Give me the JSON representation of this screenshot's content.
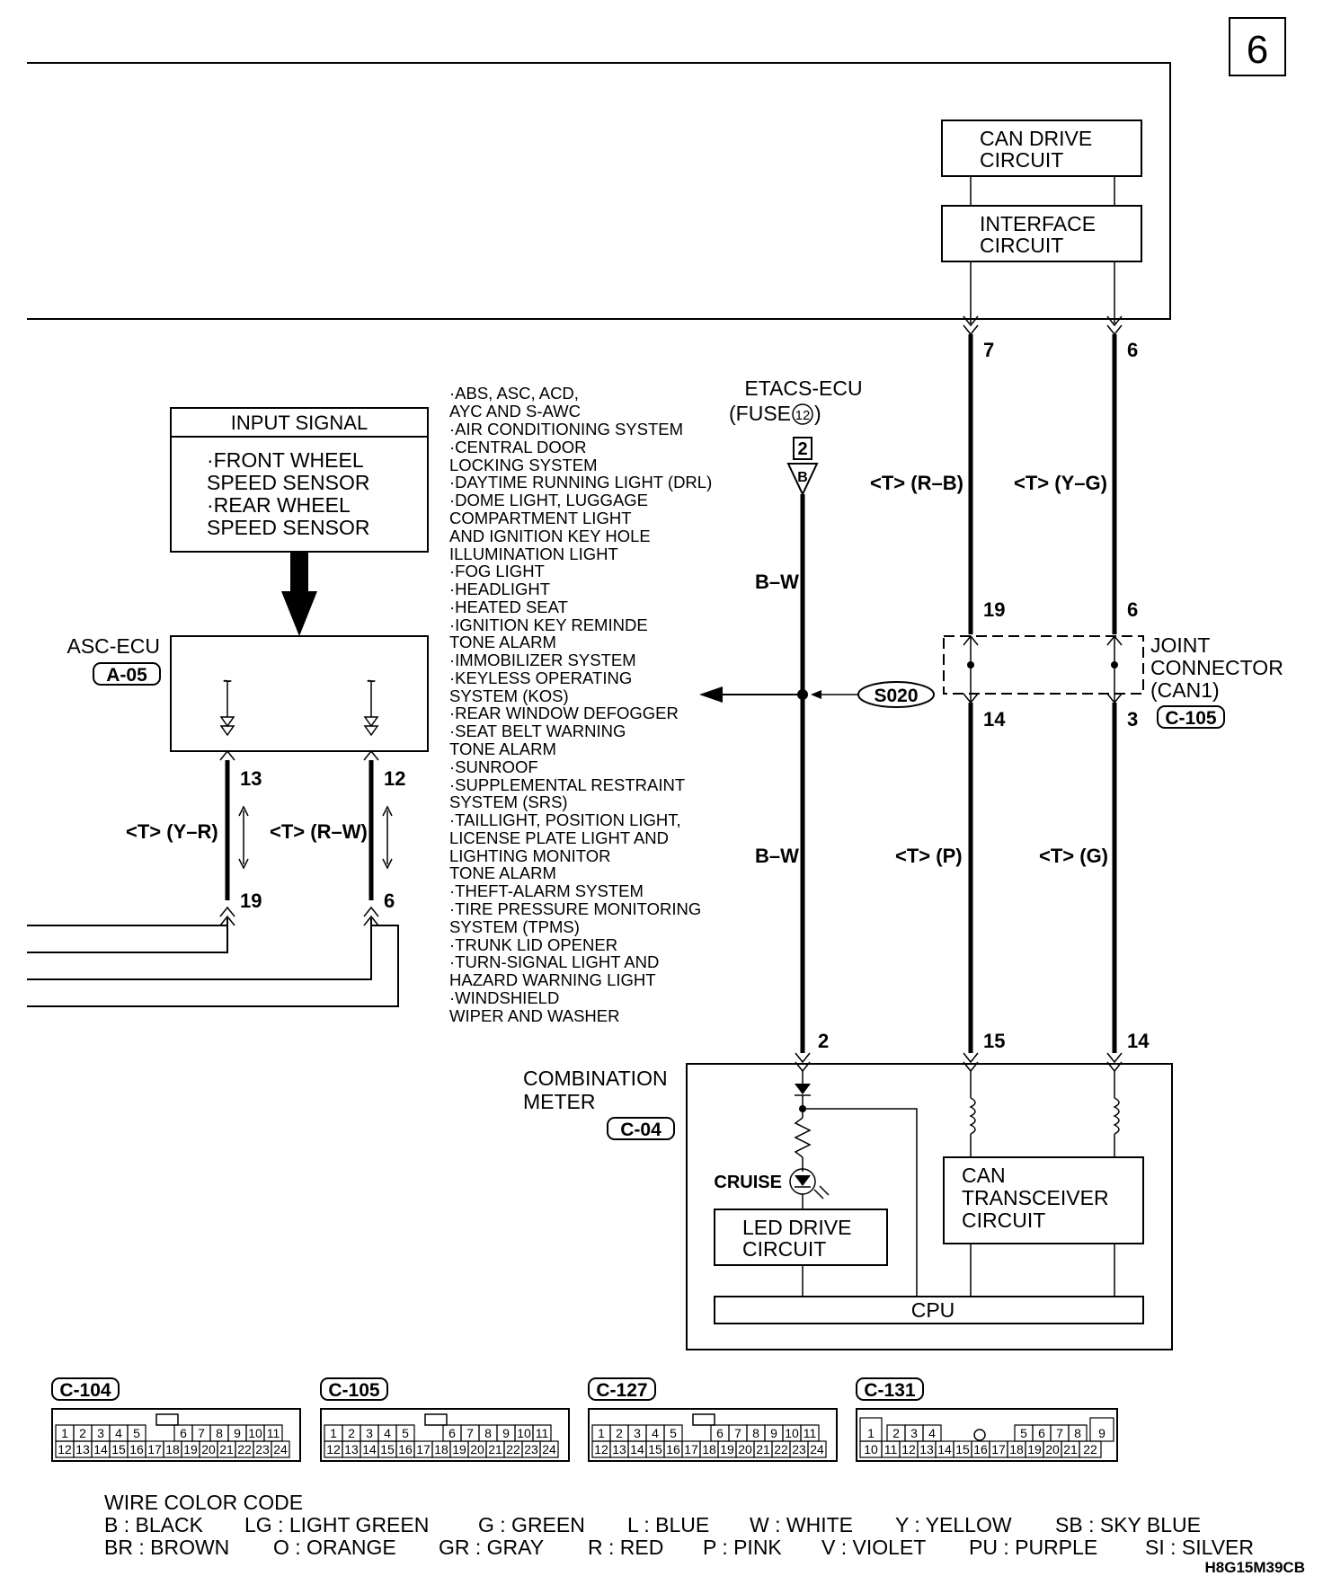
{
  "page_number": "6",
  "can_drive_circuit": [
    "CAN DRIVE",
    "CIRCUIT"
  ],
  "interface_circuit": [
    "INTERFACE",
    "CIRCUIT"
  ],
  "input_signal": {
    "title": "INPUT SIGNAL",
    "lines": [
      "·FRONT WHEEL",
      " SPEED SENSOR",
      "·REAR WHEEL",
      " SPEED SENSOR"
    ]
  },
  "asc_ecu": {
    "name": "ASC-ECU",
    "connector": "A-05"
  },
  "etacs": {
    "name": "ETACS-ECU",
    "fuse": "(FUSE",
    "fuse_number": "12",
    "fuse_close": ")",
    "terminal": "2",
    "connector_letter": "B"
  },
  "systems_list": [
    "·ABS, ASC, ACD,",
    " AYC AND S-AWC",
    "·AIR CONDITIONING SYSTEM",
    "·CENTRAL DOOR",
    " LOCKING SYSTEM",
    "·DAYTIME RUNNING LIGHT (DRL)",
    "·DOME LIGHT, LUGGAGE",
    " COMPARTMENT LIGHT",
    " AND IGNITION KEY HOLE",
    " ILLUMINATION LIGHT",
    "·FOG LIGHT",
    "·HEADLIGHT",
    "·HEATED SEAT",
    "·IGNITION KEY REMINDE",
    " TONE ALARM",
    "·IMMOBILIZER SYSTEM",
    "·KEYLESS OPERATING",
    " SYSTEM (KOS)",
    "·REAR WINDOW DEFOGGER",
    "·SEAT BELT WARNING",
    " TONE ALARM",
    "·SUNROOF",
    "·SUPPLEMENTAL RESTRAINT",
    " SYSTEM (SRS)",
    "·TAILLIGHT, POSITION LIGHT,",
    " LICENSE PLATE LIGHT AND",
    " LIGHTING MONITOR",
    " TONE ALARM",
    "·THEFT-ALARM SYSTEM",
    "·TIRE PRESSURE MONITORING",
    " SYSTEM (TPMS)",
    "·TRUNK LID OPENER",
    "·TURN-SIGNAL LIGHT AND",
    " HAZARD WARNING LIGHT",
    "·WINDSHIELD",
    " WIPER AND WASHER"
  ],
  "wire_labels": {
    "rb": "<T> (R–B)",
    "yg": "<T> (Y–G)",
    "bw1": "B–W",
    "bw2": "B–W",
    "p": "<T> (P)",
    "g": "<T> (G)",
    "yr": "<T> (Y–R)",
    "rw": "<T> (R–W)"
  },
  "pins": {
    "p7": "7",
    "p6": "6",
    "p19_top": "19",
    "p6_mid": "6",
    "p14_mid": "14",
    "p3_mid": "3",
    "p13": "13",
    "p12": "12",
    "p19_left": "19",
    "p6_left": "6",
    "p2_bot": "2",
    "p15_bot": "15",
    "p14_bot": "14"
  },
  "joint_connector": {
    "lines": [
      "JOINT",
      "CONNECTOR",
      "(CAN1)"
    ],
    "connector": "C-105"
  },
  "splice": "S020",
  "combination_meter": {
    "lines": [
      "COMBINATION",
      "METER"
    ],
    "connector": "C-04"
  },
  "cruise": "CRUISE",
  "led_drive": [
    "LED DRIVE",
    "CIRCUIT"
  ],
  "can_transceiver": [
    "CAN",
    "TRANSCEIVER",
    "CIRCUIT"
  ],
  "cpu": "CPU",
  "connectors": [
    {
      "name": "C-104",
      "top": [
        "1",
        "2",
        "3",
        "4",
        "5",
        "",
        "6",
        "7",
        "8",
        "9",
        "10",
        "11"
      ],
      "bottom": [
        "12",
        "13",
        "14",
        "15",
        "16",
        "17",
        "18",
        "19",
        "20",
        "21",
        "22",
        "23",
        "24"
      ]
    },
    {
      "name": "C-105",
      "top": [
        "1",
        "2",
        "3",
        "4",
        "5",
        "",
        "6",
        "7",
        "8",
        "9",
        "10",
        "11"
      ],
      "bottom": [
        "12",
        "13",
        "14",
        "15",
        "16",
        "17",
        "18",
        "19",
        "20",
        "21",
        "22",
        "23",
        "24"
      ]
    },
    {
      "name": "C-127",
      "top": [
        "1",
        "2",
        "3",
        "4",
        "5",
        "",
        "6",
        "7",
        "8",
        "9",
        "10",
        "11"
      ],
      "bottom": [
        "12",
        "13",
        "14",
        "15",
        "16",
        "17",
        "18",
        "19",
        "20",
        "21",
        "22",
        "23",
        "24"
      ]
    },
    {
      "name": "C-131",
      "top": [
        "1",
        "2",
        "3",
        "4",
        "",
        "5",
        "6",
        "7",
        "8",
        "9"
      ],
      "bottom": [
        "10",
        "11",
        "12",
        "13",
        "14",
        "15",
        "16",
        "17",
        "18",
        "19",
        "20",
        "21",
        "22"
      ]
    }
  ],
  "wire_color_code": {
    "title": "WIRE COLOR CODE",
    "row1": [
      "B : BLACK",
      "LG : LIGHT GREEN",
      "G : GREEN",
      "L : BLUE",
      "W : WHITE",
      "Y : YELLOW",
      "SB : SKY BLUE"
    ],
    "row2": [
      "BR : BROWN",
      "O : ORANGE",
      "GR : GRAY",
      "R : RED",
      "P : PINK",
      "V : VIOLET",
      "PU : PURPLE",
      "SI : SILVER"
    ]
  },
  "drawing_code": "H8G15M39CB"
}
